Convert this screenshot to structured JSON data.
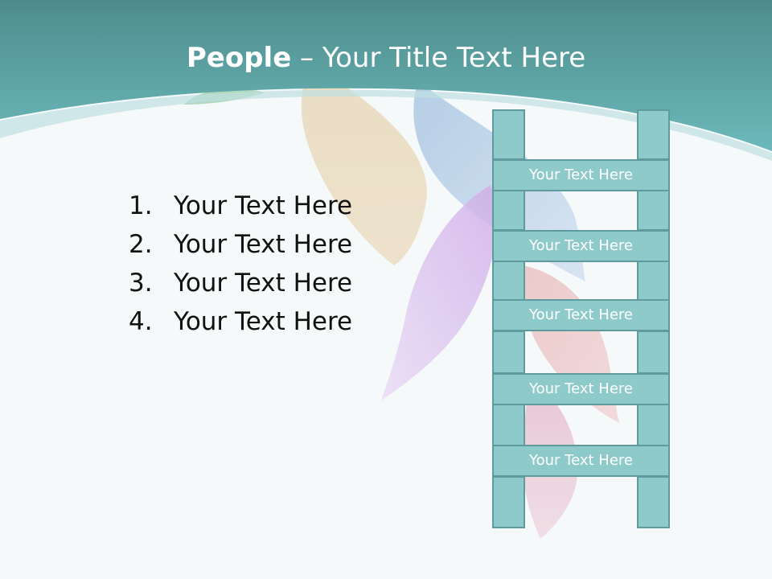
{
  "title": {
    "bold": "People",
    "rest": " – Your Title Text Here"
  },
  "list": {
    "items": [
      {
        "num": "1.",
        "text": "Your Text Here"
      },
      {
        "num": "2.",
        "text": "Your Text Here"
      },
      {
        "num": "3.",
        "text": "Your Text Here"
      },
      {
        "num": "4.",
        "text": "Your Text Here"
      }
    ]
  },
  "ladder": {
    "rungs": [
      {
        "label": "Your Text Here"
      },
      {
        "label": "Your Text Here"
      },
      {
        "label": "Your Text Here"
      },
      {
        "label": "Your Text Here"
      },
      {
        "label": "Your Text Here"
      }
    ]
  },
  "colors": {
    "header_teal": "#5fa8aa",
    "ladder_fill": "#8fcaca",
    "ladder_border": "#5f9a9e",
    "background": "#f6f9fa"
  }
}
